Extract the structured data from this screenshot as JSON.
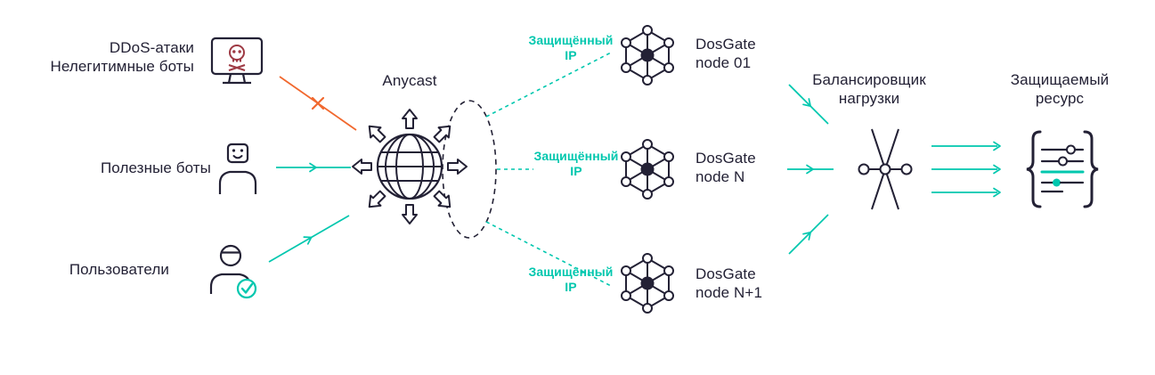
{
  "diagram": {
    "colors": {
      "navy": "#232135",
      "teal": "#00C7AE",
      "orange": "#F1682E"
    },
    "sources": [
      {
        "line1": "DDoS-атаки",
        "line2": "Нелегитимные боты"
      },
      {
        "line1": "Полезные боты"
      },
      {
        "line1": "Пользователи"
      }
    ],
    "anycast": {
      "label": "Anycast"
    },
    "nodes": [
      {
        "ip_line1": "Защищённый",
        "ip_line2": "IP",
        "name_line1": "DosGate",
        "name_line2": "node 01"
      },
      {
        "ip_line1": "Защищённый",
        "ip_line2": "IP",
        "name_line1": "DosGate",
        "name_line2": "node N"
      },
      {
        "ip_line1": "Защищённый",
        "ip_line2": "IP",
        "name_line1": "DosGate",
        "name_line2": "node N+1"
      }
    ],
    "balancer": {
      "line1": "Балансировщик",
      "line2": "нагрузки"
    },
    "resource": {
      "line1": "Защищаемый",
      "line2": "ресурс"
    }
  }
}
